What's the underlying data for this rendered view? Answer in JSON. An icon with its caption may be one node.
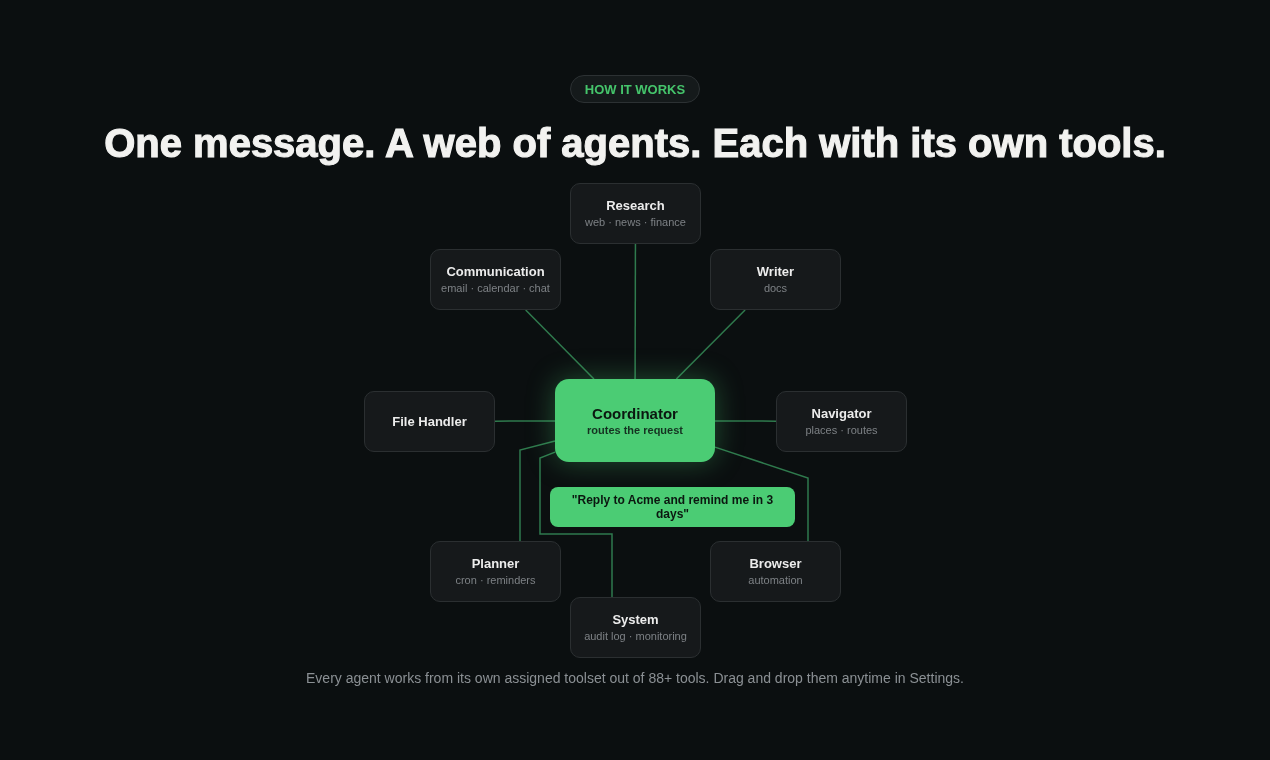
{
  "diagram": {
    "title": "One message. A web of agents. Each with its own tools.",
    "caption": "Every agent works from its own assigned toolset out of 88+ tools. Drag and drop them anytime in Settings.",
    "nodes": [
      {
        "text": [
          "Research",
          "web · news · finance"
        ]
      },
      {
        "text": [
          "Communication",
          "email · calendar · chat"
        ]
      },
      {
        "text": [
          "Writer",
          "docs"
        ]
      },
      {
        "text": [
          "File Handler"
        ]
      },
      {
        "text": [
          "Coordinator",
          "routes the request"
        ]
      },
      {
        "text": [
          "Navigator",
          "places · routes"
        ]
      },
      {
        "text": [
          "\"Reply to Acme and remind me in 3 days\""
        ]
      },
      {
        "text": [
          "Planner",
          "cron · reminders"
        ]
      },
      {
        "text": [
          "Browser",
          "automation"
        ]
      },
      {
        "text": [
          "System",
          "audit log · monitoring"
        ]
      }
    ],
    "edges": [
      {
        "from": 4,
        "to": 0,
        "arrow": "none"
      },
      {
        "from": 4,
        "to": 1,
        "arrow": "none"
      },
      {
        "from": 4,
        "to": 2,
        "arrow": "none"
      },
      {
        "from": 4,
        "to": 3,
        "arrow": "none"
      },
      {
        "from": 4,
        "to": 5,
        "arrow": "none"
      },
      {
        "from": 4,
        "to": 7,
        "arrow": "none"
      },
      {
        "from": 4,
        "to": 8,
        "arrow": "none"
      },
      {
        "from": 4,
        "to": 9,
        "arrow": "none"
      }
    ],
    "labels": [
      "HOW IT WORKS"
    ]
  }
}
